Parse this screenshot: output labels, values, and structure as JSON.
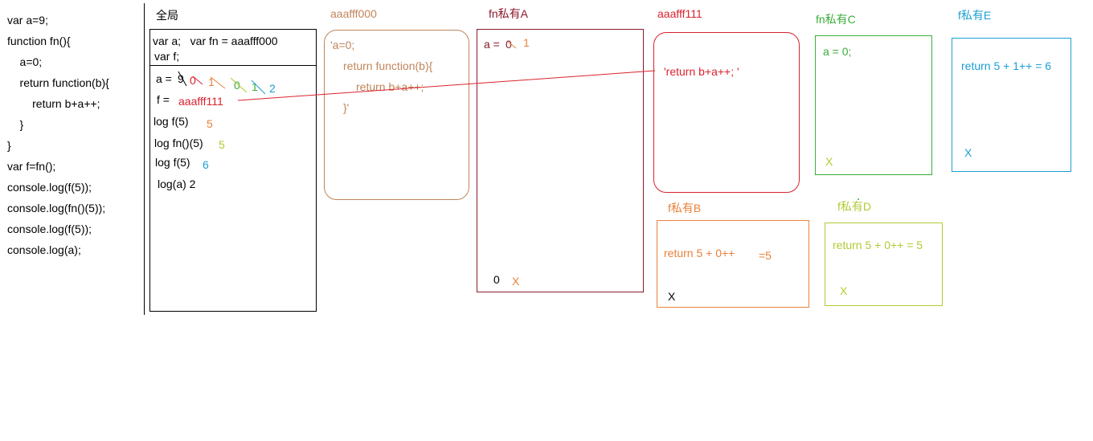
{
  "code": {
    "lines": [
      "var a=9;",
      "function fn(){",
      "    a=0;",
      "    return function(b){",
      "        return b+a++;",
      "    }",
      "}",
      "var f=fn();",
      "console.log(f(5));",
      "console.log(fn()(5));",
      "console.log(f(5));",
      "console.log(a);"
    ]
  },
  "global": {
    "title": "全局",
    "decl_line1": "var a;   var fn = aaafff000",
    "decl_line2": "var f;",
    "a_label": "a =",
    "a_values": [
      "9",
      "0",
      "1",
      "0",
      "1",
      "2"
    ],
    "f_label": "f =",
    "f_value": "aaafff111",
    "logs": [
      {
        "text": "log f(5)",
        "result": "5"
      },
      {
        "text": "log fn()(5)",
        "result": "5"
      },
      {
        "text": "log f(5)",
        "result": "6"
      },
      {
        "text": "log(a) 2",
        "result": ""
      }
    ]
  },
  "heap_fn": {
    "title": "aaafff000",
    "lines": [
      "'a=0;",
      "return function(b){",
      "return b+a++;",
      "}'"
    ]
  },
  "scope_a": {
    "title": "fn私有A",
    "a_label": "a =",
    "a_values": [
      "0",
      "1"
    ],
    "bottom": "0",
    "mark": "X"
  },
  "heap_inner": {
    "title": "aaafff111",
    "content": "'return b+a++; '"
  },
  "scope_b": {
    "title": "f私有B",
    "content": "return 5 + 0++",
    "result": "=5",
    "mark": "X"
  },
  "scope_c": {
    "title": "fn私有C",
    "content": "a = 0;",
    "mark": "X"
  },
  "scope_d": {
    "title": "f私有D",
    "content": "return 5 + 0++ = 5",
    "mark": "X"
  },
  "scope_e": {
    "title": "f私有E",
    "content": "return 5 + 1++ = 6",
    "mark": "X"
  },
  "colors": {
    "orange": "#e8823a",
    "lime": "#b5c934",
    "green": "#3aae3a",
    "blue": "#1b9fd4",
    "red": "#d9222e",
    "darkred": "#8b1a2b",
    "tan": "#c0855a"
  }
}
